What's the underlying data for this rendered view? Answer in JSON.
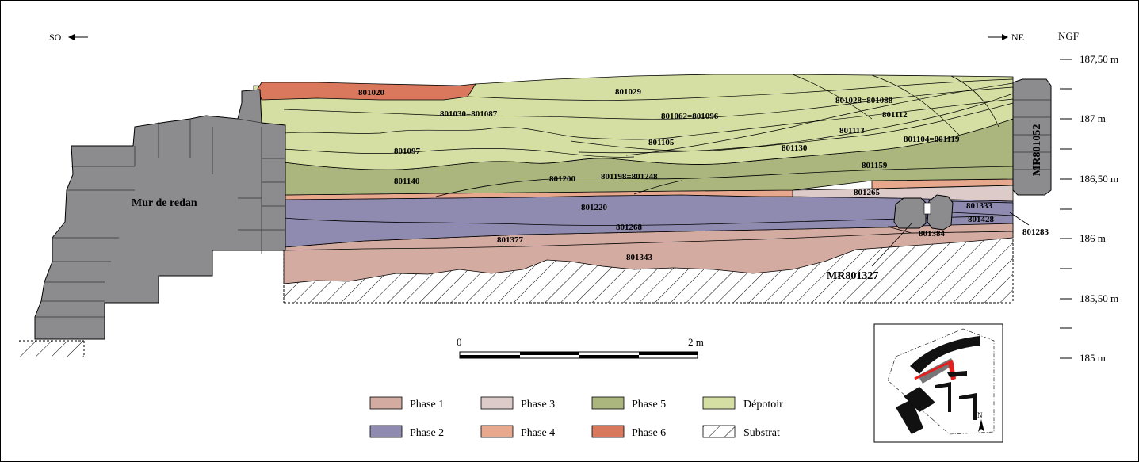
{
  "orientation": {
    "left": "SO",
    "right": "NE"
  },
  "ngf_scale": {
    "title": "NGF",
    "ticks": [
      "187,50 m",
      "187 m",
      "186,50 m",
      "186 m",
      "185,50 m",
      "185 m"
    ]
  },
  "wall_left_label": "Mur de redan",
  "wall_right_label": "MR801052",
  "wall_small_label": "MR801327",
  "layer_labels": {
    "l801020": "801020",
    "l801029": "801029",
    "l801030": "801030=801087",
    "l801028": "801028=801088",
    "l801062": "801062=801096",
    "l801112": "801112",
    "l801113": "801113",
    "l801105": "801105",
    "l801130": "801130",
    "l801104": "801104=801119",
    "l801097": "801097",
    "l801159": "801159",
    "l801140": "801140",
    "l801200": "801200",
    "l801198": "801198=801248",
    "l801265": "801265",
    "l801220": "801220",
    "l801333": "801333",
    "l801428": "801428",
    "l801283": "801283",
    "l801268": "801268",
    "l801384": "801384",
    "l801377": "801377",
    "l801343": "801343"
  },
  "scale_bar": {
    "start": "0",
    "end": "2 m"
  },
  "legend": [
    {
      "label": "Phase 1",
      "color": "#d3aba1"
    },
    {
      "label": "Phase 3",
      "color": "#dccbc9"
    },
    {
      "label": "Phase 5",
      "color": "#aab67e"
    },
    {
      "label": "Dépotoir",
      "color": "#d6dfa3"
    },
    {
      "label": "Phase 2",
      "color": "#8f8ab0"
    },
    {
      "label": "Phase 4",
      "color": "#e8a88e"
    },
    {
      "label": "Phase 6",
      "color": "#d9785c"
    },
    {
      "label": "Substrat",
      "color": "#ffffff"
    }
  ],
  "inset_north": "N"
}
